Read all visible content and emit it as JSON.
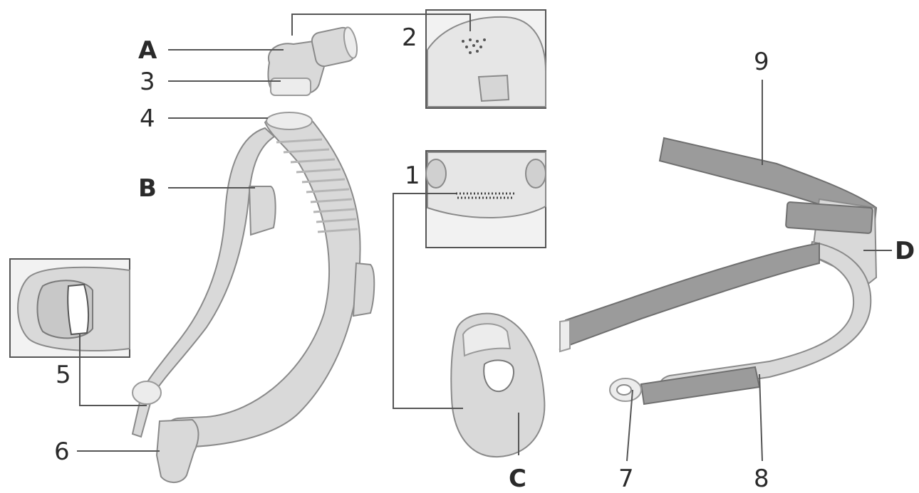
{
  "labels": {
    "A": "A",
    "B": "B",
    "C": "C",
    "D": "D",
    "n1": "1",
    "n2": "2",
    "n3": "3",
    "n4": "4",
    "n5": "5",
    "n6": "6",
    "n7": "7",
    "n8": "8",
    "n9": "9"
  },
  "colors": {
    "part_fill": "#d9d9d9",
    "strap_dark": "#9b9b9b",
    "outline": "#8a8a8a"
  }
}
